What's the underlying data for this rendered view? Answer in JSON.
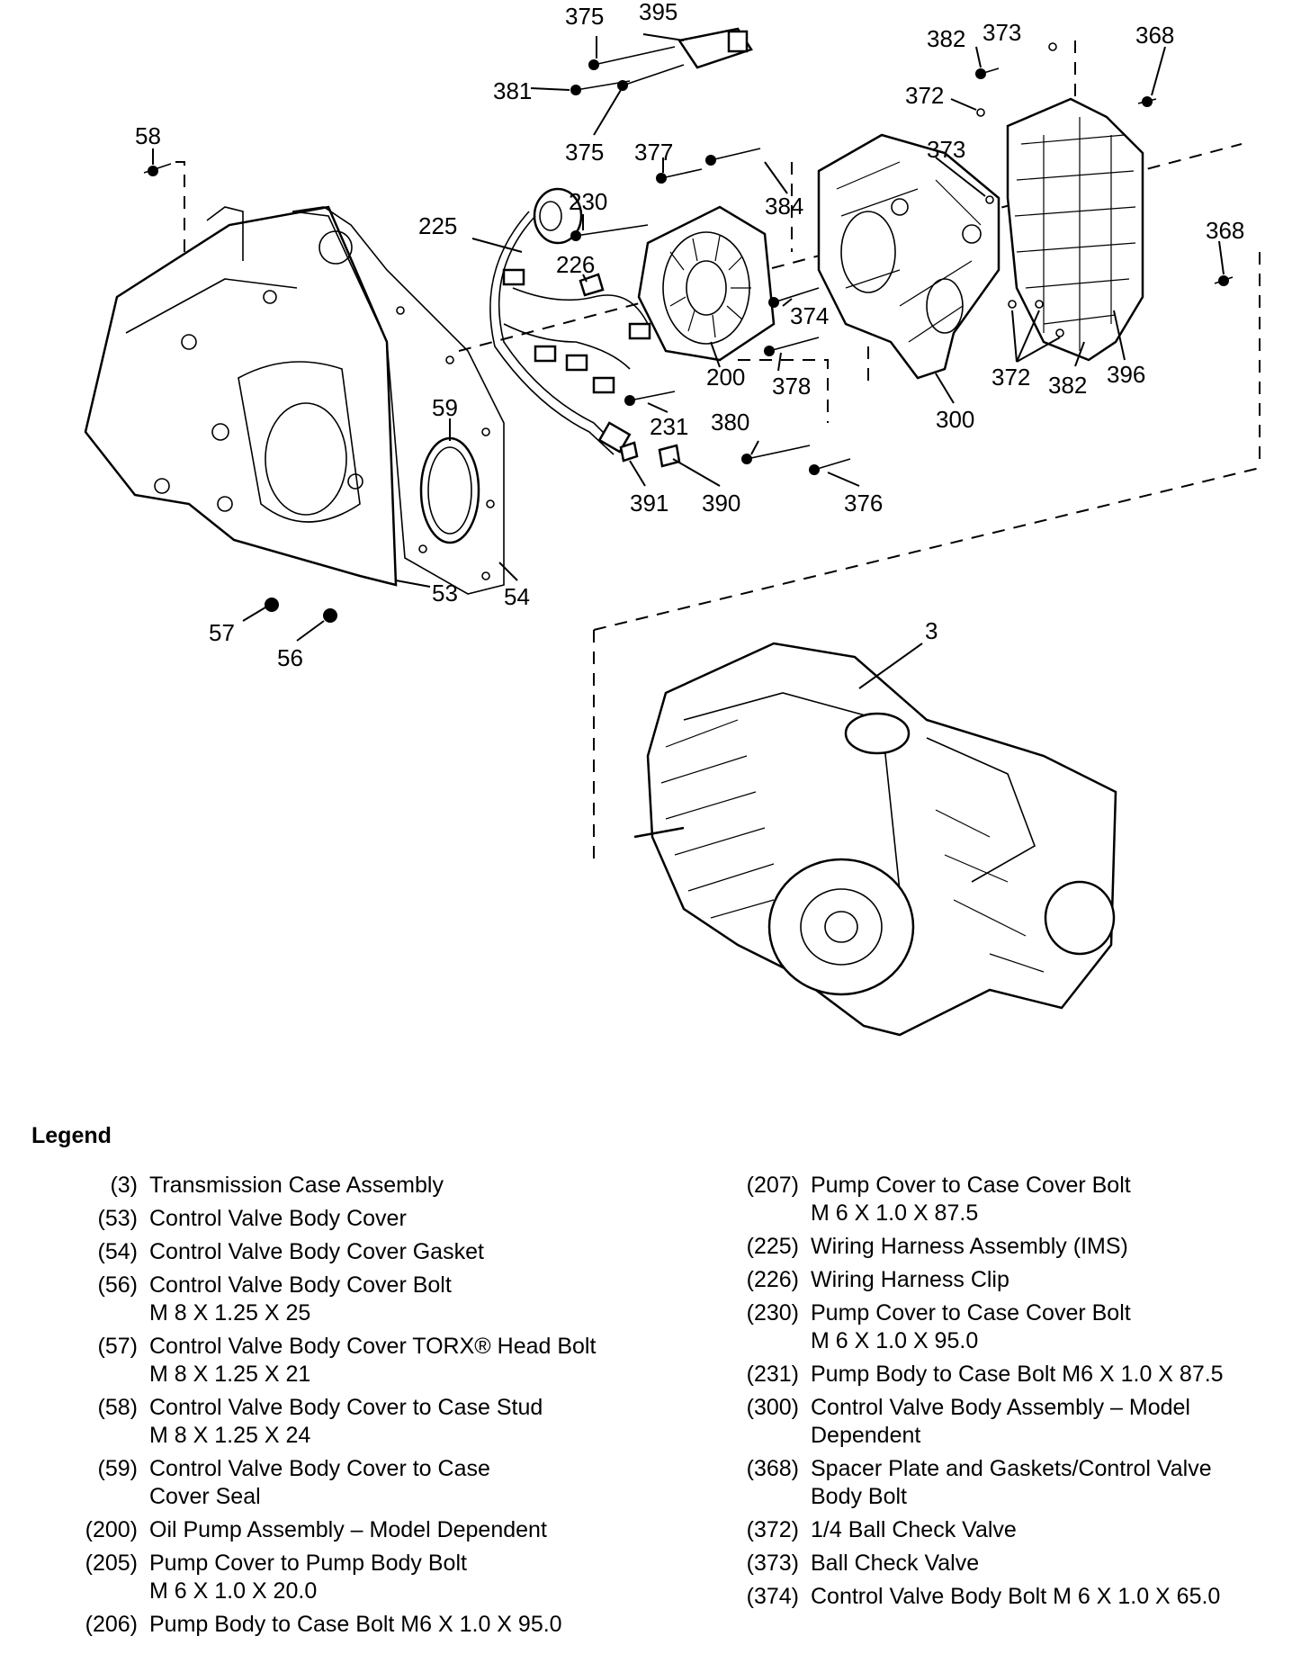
{
  "diagram": {
    "callouts": [
      "375",
      "395",
      "381",
      "375",
      "377",
      "382",
      "373",
      "368",
      "372",
      "373",
      "58",
      "230",
      "225",
      "384",
      "226",
      "368",
      "374",
      "200",
      "378",
      "372",
      "382",
      "396",
      "59",
      "231",
      "380",
      "300",
      "391",
      "390",
      "376",
      "53",
      "54",
      "57",
      "56",
      "3"
    ]
  },
  "legend": {
    "title": "Legend",
    "left": [
      {
        "num": "(3)",
        "desc": "Transmission Case Assembly"
      },
      {
        "num": "(53)",
        "desc": "Control Valve Body Cover"
      },
      {
        "num": "(54)",
        "desc": "Control Valve Body Cover Gasket"
      },
      {
        "num": "(56)",
        "desc": "Control Valve Body Cover Bolt\nM 8 X 1.25 X 25"
      },
      {
        "num": "(57)",
        "desc": "Control Valve Body Cover TORX® Head Bolt\nM 8 X 1.25 X 21"
      },
      {
        "num": "(58)",
        "desc": "Control Valve Body Cover to Case Stud\nM 8 X 1.25 X 24"
      },
      {
        "num": "(59)",
        "desc": "Control Valve Body Cover to Case\nCover Seal"
      },
      {
        "num": "(200)",
        "desc": "Oil Pump Assembly – Model Dependent"
      },
      {
        "num": "(205)",
        "desc": "Pump Cover to Pump Body Bolt\nM 6 X 1.0 X 20.0"
      },
      {
        "num": "(206)",
        "desc": "Pump Body to Case Bolt M6 X 1.0 X 95.0"
      }
    ],
    "right": [
      {
        "num": "(207)",
        "desc": "Pump Cover to Case Cover Bolt\nM 6 X 1.0 X 87.5"
      },
      {
        "num": "(225)",
        "desc": "Wiring Harness Assembly (IMS)"
      },
      {
        "num": "(226)",
        "desc": "Wiring Harness Clip"
      },
      {
        "num": "(230)",
        "desc": "Pump Cover to Case Cover Bolt\nM 6 X 1.0 X 95.0"
      },
      {
        "num": "(231)",
        "desc": "Pump Body to Case Bolt M6 X 1.0 X 87.5"
      },
      {
        "num": "(300)",
        "desc": "Control Valve Body Assembly – Model\nDependent"
      },
      {
        "num": "(368)",
        "desc": "Spacer Plate and Gaskets/Control Valve\nBody Bolt"
      },
      {
        "num": "(372)",
        "desc": "1/4 Ball Check Valve"
      },
      {
        "num": "(373)",
        "desc": "Ball Check Valve"
      },
      {
        "num": "(374)",
        "desc": "Control Valve Body Bolt M 6 X 1.0 X 65.0"
      }
    ]
  }
}
